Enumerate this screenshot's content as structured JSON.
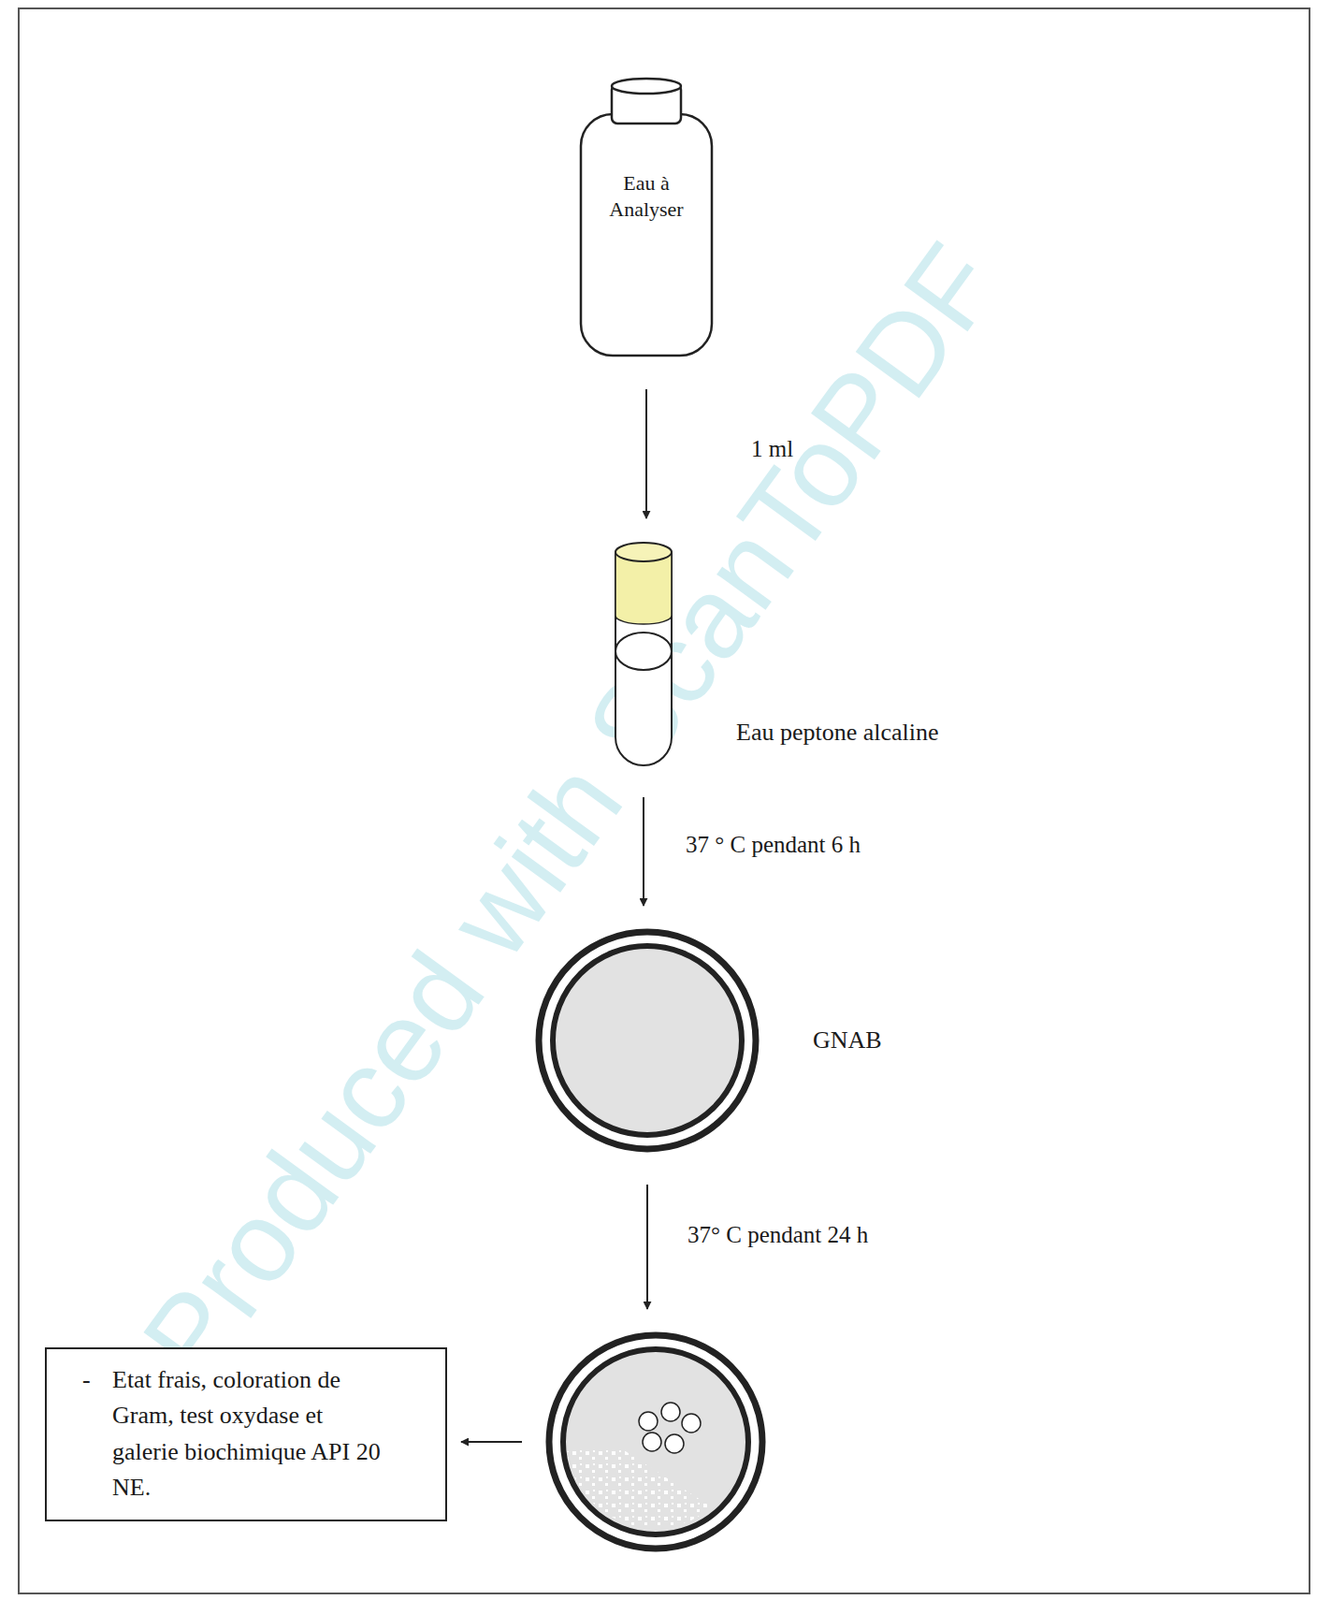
{
  "diagram": {
    "nodes": [
      {
        "text": [
          "Eau à Analyser"
        ]
      },
      {
        "text": [
          "Eau peptone alcaline"
        ]
      },
      {
        "text": [
          "GNAB"
        ]
      },
      {
        "text": []
      },
      {
        "text": [
          "-",
          "Etat frais, coloration de Gram, test oxydase et galerie biochimique API 20 NE."
        ]
      }
    ],
    "edges": [
      {
        "from": 0,
        "to": 1,
        "label": "1 ml",
        "arrow": "to"
      },
      {
        "from": 1,
        "to": 2,
        "label": "37 ° C pendant 6 h",
        "arrow": "to"
      },
      {
        "from": 2,
        "to": 3,
        "label": "37° C pendant 24 h",
        "arrow": "to"
      },
      {
        "from": 3,
        "to": 4,
        "arrow": "to"
      }
    ],
    "labels": [
      "Produced with ScanToPDF"
    ]
  }
}
